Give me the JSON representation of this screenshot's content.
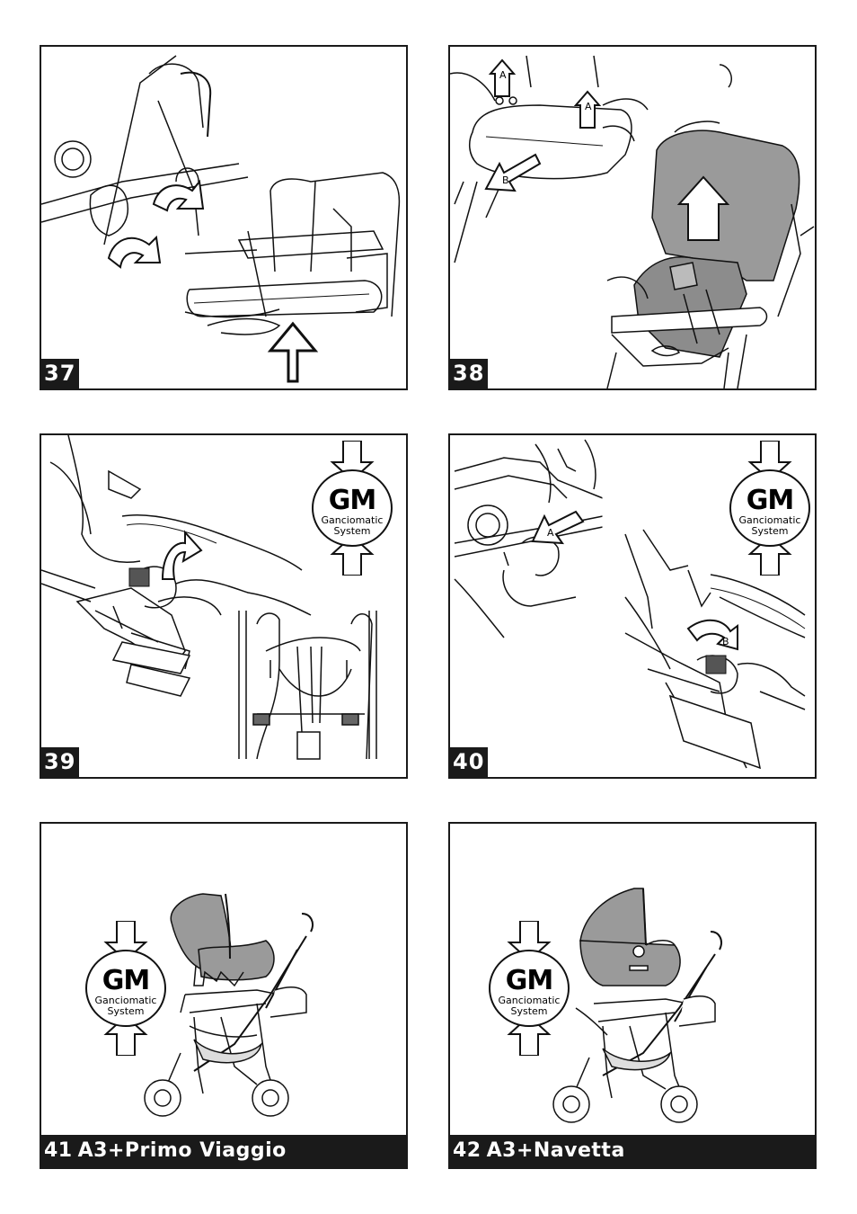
{
  "panels": {
    "p37": {
      "number": "37"
    },
    "p38": {
      "number": "38",
      "labels": {
        "a1": "A",
        "a2": "A",
        "b": "B"
      }
    },
    "p39": {
      "number": "39"
    },
    "p40": {
      "number": "40",
      "labels": {
        "a": "A",
        "b": "B"
      }
    },
    "p41": {
      "number": "41",
      "caption": "A3+Primo Viaggio"
    },
    "p42": {
      "number": "42",
      "caption": "A3+Navetta"
    }
  },
  "gm_logo": {
    "letters": "GM",
    "line1": "Ganciomatic",
    "line2": "System"
  },
  "icons": [
    "up-arrow-icon",
    "curved-arrow-icon",
    "gm-logo-icon"
  ]
}
